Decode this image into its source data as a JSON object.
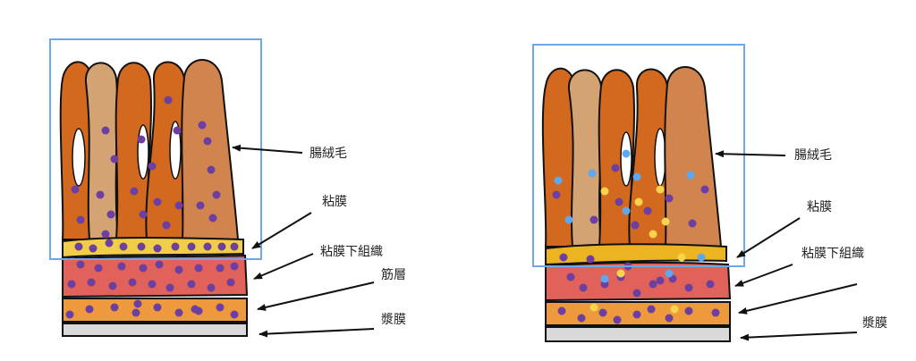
{
  "colors": {
    "villus_dark": "#D2691E",
    "villus_light": "#D4A373",
    "villus_mid": "#D2844E",
    "mucosa_band_left": "#F2CD4A",
    "mucosa_band_right": "#EDB421",
    "submucosa": "#E0625A",
    "muscle": "#EE9A3C",
    "serosa": "#D9D9D9",
    "frame": "#6FA8E8",
    "dot_purple": "#6C3FA0",
    "dot_blue": "#5FA8F0",
    "dot_yellow": "#F7D44C"
  },
  "left_diagram": {
    "labels": {
      "villi": "腸絨毛",
      "mucosa": "粘膜",
      "submucosa": "粘膜下組織",
      "muscle": "筋層",
      "serosa": "漿膜"
    }
  },
  "right_diagram": {
    "labels": {
      "villi": "腸絨毛",
      "mucosa": "粘膜",
      "submucosa": "粘膜下組織",
      "serosa": "漿膜"
    }
  }
}
